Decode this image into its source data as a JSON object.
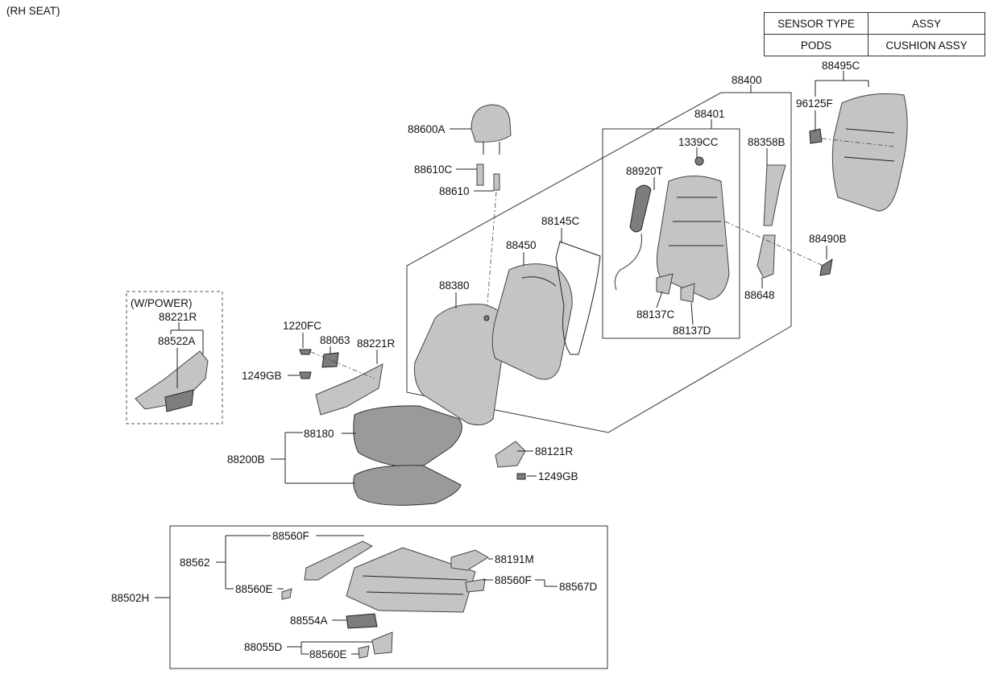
{
  "caption": "(RH SEAT)",
  "legend": {
    "rows": [
      [
        "SENSOR TYPE",
        "ASSY"
      ],
      [
        "PODS",
        "CUSHION ASSY"
      ]
    ]
  },
  "options": {
    "power": "(W/POWER)"
  },
  "parts": {
    "p88400": "88400",
    "p88401": "88401",
    "p88495C": "88495C",
    "p96125F": "96125F",
    "p1339CC": "1339CC",
    "p88358B": "88358B",
    "p88920T": "88920T",
    "p88600A": "88600A",
    "p88610C": "88610C",
    "p88610": "88610",
    "p88145C": "88145C",
    "p88450": "88450",
    "p88380": "88380",
    "p88490B": "88490B",
    "p88648": "88648",
    "p88137C": "88137C",
    "p88137D": "88137D",
    "p88221R_a": "88221R",
    "p88522A": "88522A",
    "p1220FC": "1220FC",
    "p88063": "88063",
    "p88221R_b": "88221R",
    "p1249GB_a": "1249GB",
    "p88180": "88180",
    "p88200B": "88200B",
    "p88121R": "88121R",
    "p1249GB_b": "1249GB",
    "p88560F_a": "88560F",
    "p88562": "88562",
    "p88191M": "88191M",
    "p88560E_a": "88560E",
    "p88560F_b": "88560F",
    "p88567D": "88567D",
    "p88502H": "88502H",
    "p88554A": "88554A",
    "p88055D": "88055D",
    "p88560E_b": "88560E"
  }
}
